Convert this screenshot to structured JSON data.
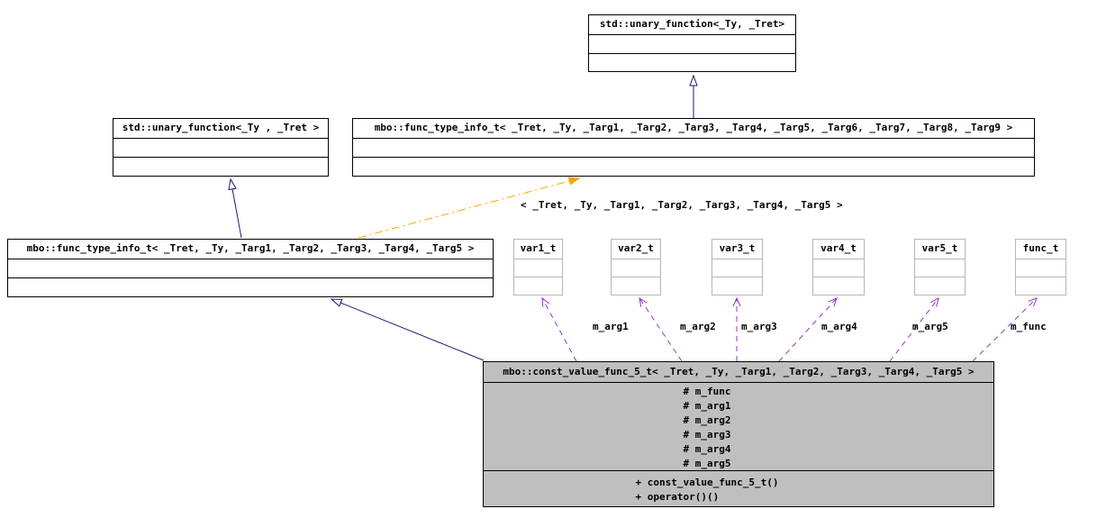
{
  "diagram": {
    "boxes": {
      "std_unary_top": {
        "title": "std::unary_function<_Ty, _Tret>"
      },
      "std_unary_left": {
        "title": "std::unary_function<_Ty , _Tret >"
      },
      "func_type_info_9": {
        "title": "mbo::func_type_info_t< _Tret, _Ty, _Targ1, _Targ2, _Targ3, _Targ4, _Targ5, _Targ6, _Targ7, _Targ8, _Targ9 >"
      },
      "func_type_info_5": {
        "title": "mbo::func_type_info_t< _Tret, _Ty, _Targ1, _Targ2, _Targ3, _Targ4, _Targ5 >"
      },
      "var1_t": {
        "title": "var1_t"
      },
      "var2_t": {
        "title": "var2_t"
      },
      "var3_t": {
        "title": "var3_t"
      },
      "var4_t": {
        "title": "var4_t"
      },
      "var5_t": {
        "title": "var5_t"
      },
      "func_t": {
        "title": "func_t"
      },
      "const_value_func_5_t": {
        "title": "mbo::const_value_func_5_t< _Tret, _Ty, _Targ1, _Targ2, _Targ3, _Targ4, _Targ5 >",
        "attributes": [
          "# m_func",
          "# m_arg1",
          "# m_arg2",
          "# m_arg3",
          "# m_arg4",
          "# m_arg5"
        ],
        "methods": [
          "+ const_value_func_5_t()",
          "+ operator()()"
        ]
      }
    },
    "edge_labels": {
      "template_args": "< _Tret, _Ty, _Targ1, _Targ2, _Targ3, _Targ4, _Targ5 >",
      "m_arg1": "m_arg1",
      "m_arg2": "m_arg2",
      "m_arg3": "m_arg3",
      "m_arg4": "m_arg4",
      "m_arg5": "m_arg5",
      "m_func": "m_func"
    },
    "colors": {
      "inheritance": "#191970",
      "template_instance": "#ffa500",
      "usage": "#9932cc",
      "gray_fill": "#bfbfbf",
      "minor_border": "#b6b6b6"
    }
  }
}
